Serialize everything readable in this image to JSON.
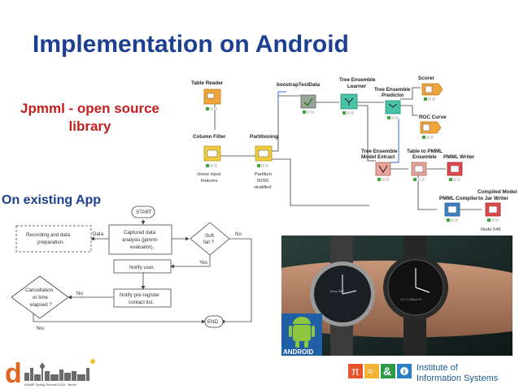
{
  "slide": {
    "title": "Implementation on Android",
    "subtitle_red_line1": "Jpmml - open source",
    "subtitle_red_line2": "library",
    "subtitle_blue": "On existing App"
  },
  "workflow": {
    "nodes": {
      "table_reader": "Table Reader",
      "column_filter": "Column Filter",
      "column_filter_note_1": "chose input",
      "column_filter_note_2": "features",
      "partitioning": "Partitioning",
      "partitioning_note_1": "Partition",
      "partitioning_note_2": "50/50",
      "partitioning_note_3": "stratified",
      "bootstrap": "boostrapTestData",
      "te_learner_1": "Tree Ensemble",
      "te_learner_2": "Learner",
      "te_predictor_1": "Tree Ensemble",
      "te_predictor_2": "Predictor",
      "scorer": "Scorer",
      "roc": "ROC Curve",
      "model_extract_1": "Tree Ensemble",
      "model_extract_2": "Model Extract",
      "table_to_pmml_1": "Table to PMML",
      "table_to_pmml_2": "Ensemble",
      "pmml_writer": "PMML Writer",
      "pmml_compiler": "PMML Compiler",
      "jar_writer_1": "Compiled Model",
      "jar_writer_2": "to Jar Writer",
      "node_546": "Node 546"
    }
  },
  "flowchart": {
    "start": "START",
    "end": "END",
    "recording_1": "Recording and data",
    "recording_2": "preparation.",
    "data_label": "Data",
    "captured_1": "Captured data",
    "captured_2": "analysis (jpmml-",
    "captured_3": "evaluator).",
    "soft_fail_1": "Soft",
    "soft_fail_2": "fail ?",
    "no_1": "No",
    "yes_1": "Yes",
    "notify_user": "Notify user.",
    "notify_pre_1": "Notify pre-register",
    "notify_pre_2": "contact list.",
    "cancel_1": "Cancellation",
    "cancel_2": "or time",
    "cancel_3": "elapsed ?",
    "no_2": "No",
    "yes_2": "Yes"
  },
  "photo": {
    "watch_brand_left": "Moto 360",
    "watch_brand_right": "LG G Watch R",
    "android_label": "ANDROID"
  },
  "footer": {
    "logo_left_letter": "d",
    "logo_left_caption": "KNIME Spring Summit 2016 - Berlin",
    "institute_line1": "Institute of",
    "institute_line2": "Information Systems",
    "sym_pi": "π",
    "sym_approx": "≈",
    "sym_amp": "&"
  },
  "colors": {
    "title_blue": "#1d3f91",
    "subtitle_red": "#c41e1e",
    "knime_orange": "#f2a53a",
    "knime_yellow": "#f1cc3c",
    "knime_gray": "#a7a7a7",
    "knime_teal": "#49c3a8",
    "knime_salmon": "#e9a39a",
    "knime_blue": "#3b82c9",
    "knime_red": "#e04848"
  }
}
